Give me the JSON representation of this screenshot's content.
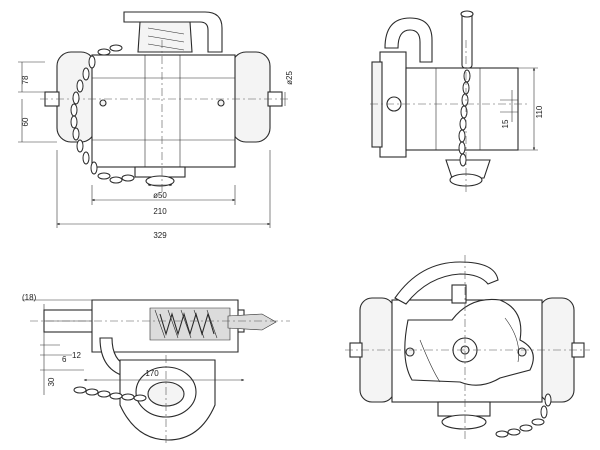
{
  "drawing": {
    "views": [
      "front-view",
      "side-view",
      "section-view",
      "rear-view"
    ],
    "dimensions": {
      "front": {
        "d78": "78",
        "d60": "60",
        "d25": "ø25",
        "d50": "ø50",
        "d210": "210",
        "d329": "329"
      },
      "side": {
        "d15": "15",
        "d110": "110"
      },
      "section": {
        "d18": "(18)",
        "d6": "6",
        "d12": "12",
        "d30": "30",
        "d170": "170"
      }
    }
  }
}
